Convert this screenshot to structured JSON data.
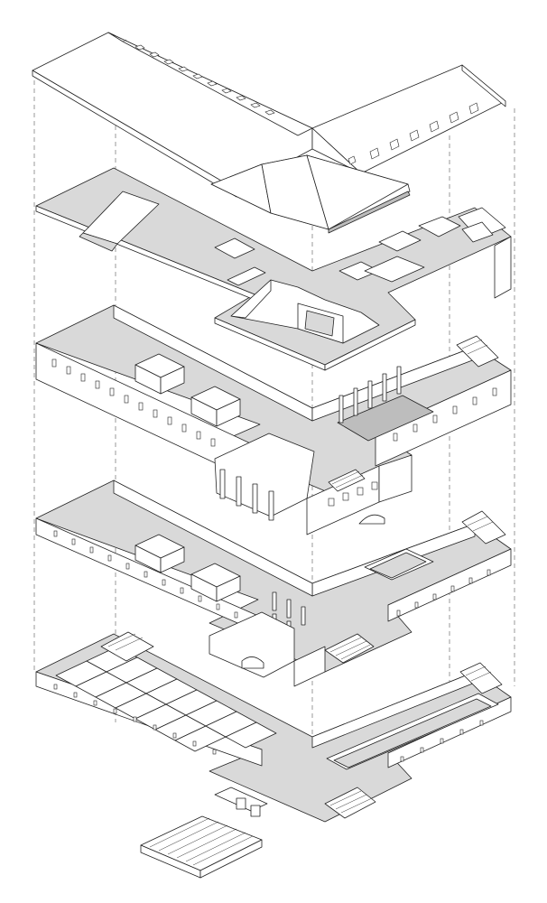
{
  "colors": {
    "line": "#222222",
    "floor": "#d9d9d9",
    "floor_dark": "#bdbdbd",
    "background": "#ffffff"
  },
  "layers": [
    {
      "key": "roof"
    },
    {
      "key": "attic"
    },
    {
      "key": "upper-floor"
    },
    {
      "key": "ground-floor"
    },
    {
      "key": "basement"
    }
  ],
  "icons": {
    "roof_windows": "skylight-icon",
    "stairs": "staircase-icon"
  }
}
